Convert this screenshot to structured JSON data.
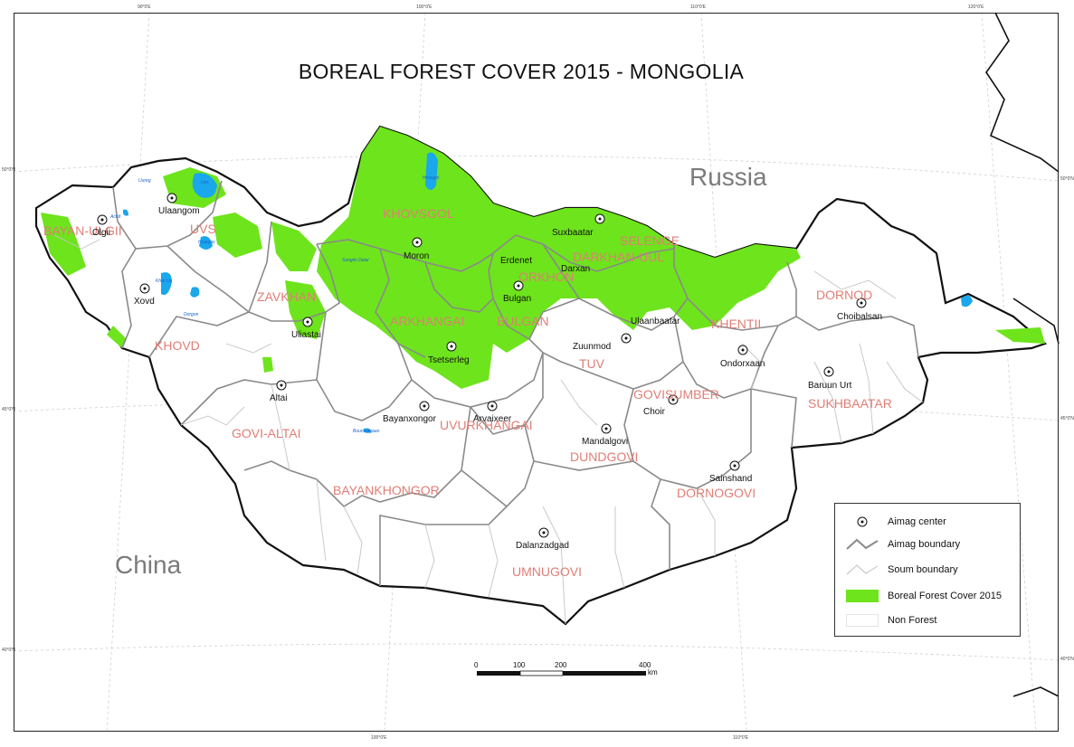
{
  "title": "BOREAL FOREST COVER 2015 - MONGOLIA",
  "countries": {
    "russia": "Russia",
    "china": "China"
  },
  "aimags": {
    "bayan_ulgii": "BAYAN-ULGII",
    "uvs": "UVS",
    "khovsgol": "KHOVSGOL",
    "selenge": "SELENGE",
    "darkhan_uul": "DARKHAN-UUL",
    "orkhon": "ORKHON",
    "zavkhan": "ZAVKHAN",
    "khovd": "KHOVD",
    "arkhangai": "ARKHANGAI",
    "bulgan": "BULGAN",
    "tuv": "TUV",
    "khentii": "KHENTII",
    "dornod": "DORNOD",
    "govisumber": "GOVISUMBER",
    "sukhbaatar": "SUKHBAATAR",
    "govi_altai": "GOVI-ALTAI",
    "uvurkhangai": "UVURKHANGAI",
    "dundgovi": "DUNDGOVI",
    "bayankhongor": "BAYANKHONGOR",
    "dornogovi": "DORNOGOVI",
    "umnugovi": "UMNUGOVI"
  },
  "cities": {
    "olgii": "Olgii",
    "ulaangom": "Ulaangom",
    "xovd": "Xovd",
    "moron": "Moron",
    "uliastai": "Uliastai",
    "suxbaatar": "Suxbaatar",
    "erdenet": "Erdenet",
    "darxan": "Darxan",
    "bulgan": "Bulgan",
    "ulaanbaatar": "Ulaanbaatar",
    "zuunmod": "Zuunmod",
    "tsetserleg": "Tsetserleg",
    "altai": "Altai",
    "bayanxongor": "Bayanxongor",
    "arvaixeer": "Arvaixeer",
    "choibalsan": "Choibalsan",
    "ondorxaan": "Ondorxaan",
    "baruun_urt": "Baruun Urt",
    "choir": "Choir",
    "mandalgovi": "Mandalgovi",
    "sainshand": "Sainshand",
    "dalanzadgad": "Dalanzadgad"
  },
  "lakes": {
    "uvs": "Uvs",
    "uureg": "Uureg",
    "achit": "Achit",
    "hyargas": "Hyargas",
    "khar_us": "Khar Us",
    "dorgon": "Dorgon",
    "khuvsgul": "Hovsgol",
    "sangiin_dalai": "Sangiin Dalai",
    "buuntsagaan": "Buuntsagaan"
  },
  "graticule": {
    "top": [
      "90°0'E",
      "100°0'E",
      "110°0'E",
      "120°0'E"
    ],
    "bottom": [
      "100°0'E",
      "110°0'E"
    ],
    "left": [
      "50°0'N",
      "45°0'N",
      "40°0'N"
    ],
    "right": [
      "50°0'N",
      "45°0'N",
      "40°0'N"
    ]
  },
  "legend": {
    "aimag_center": "Aimag center",
    "aimag_boundary": "Aimag boundary",
    "soum_boundary": "Soum boundary",
    "forest": "Boreal Forest Cover 2015",
    "non_forest": "Non Forest"
  },
  "scale": {
    "ticks": [
      "0",
      "100",
      "200",
      "400"
    ],
    "unit": "km"
  },
  "colors": {
    "forest": "#6ee41c",
    "water": "#1aa7ec",
    "aimag_label": "#e07e76",
    "aimag_boundary": "#8a8a8a",
    "soum_boundary": "#bdbdbd",
    "country_label": "#7b7b7b"
  }
}
